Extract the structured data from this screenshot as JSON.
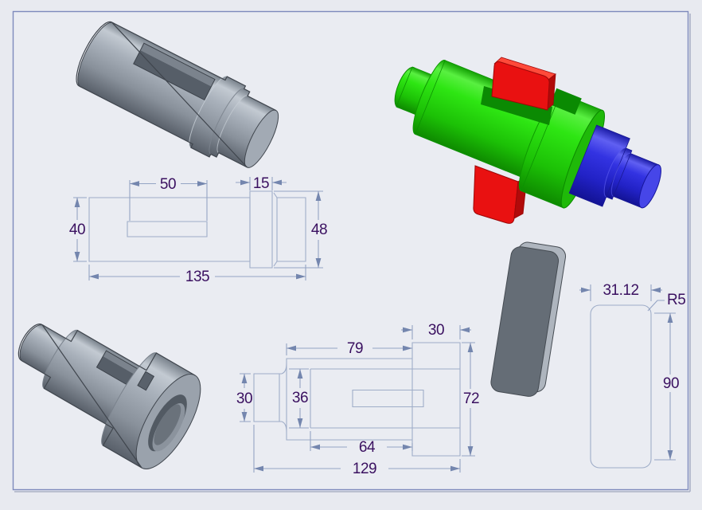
{
  "frame": {
    "background": "#e8eaf0",
    "inner_background": "#eaecf2",
    "border_color": "#7e8abc",
    "shadow_color": "#aab1c6"
  },
  "style": {
    "outline_color": "#9fadc8",
    "dimension_line_color": "#94a4c4",
    "dimension_text_color": "#3a1060",
    "arrow_color": "#7486ae"
  },
  "parts_3d": {
    "shaft": {
      "color": "#9aa2ac",
      "keyway_color": "#565e68"
    },
    "assembly": {
      "sleeve_color": "#2ee613",
      "key_color": "#e91111",
      "shaft_color": "#3333e2"
    },
    "hub": {
      "color": "#9aa2ac",
      "bore_color": "#525a63"
    },
    "key_block": {
      "face_color": "#656d76",
      "edge_color": "#aeb5be"
    }
  },
  "views": {
    "shaft_drawing": {
      "dims": {
        "keyway_length": "50",
        "collar_width": "15",
        "shaft_diameter": "40",
        "collar_diameter": "48",
        "total_length": "135"
      }
    },
    "hub_drawing": {
      "dims": {
        "flange_width": "30",
        "body_length": "79",
        "small_diameter": "30",
        "bore_diameter": "36",
        "flange_diameter": "72",
        "bore_depth": "64",
        "total_length": "129"
      }
    },
    "key_drawing": {
      "dims": {
        "width": "31.12",
        "corner_radius": "R5",
        "height": "90"
      }
    }
  }
}
